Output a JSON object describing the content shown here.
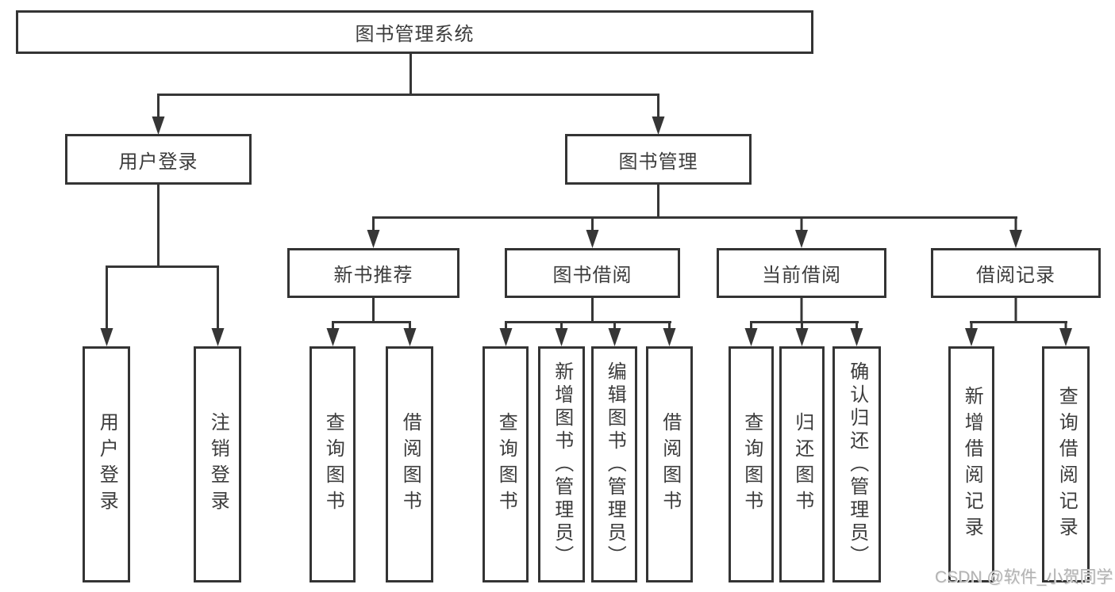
{
  "colors": {
    "background": "#ffffff",
    "box_border": "#343434",
    "connector_line": "#363636",
    "text": "#3c3c3c",
    "watermark": "#b2b2b2"
  },
  "nodes": {
    "root": "图书管理系统",
    "level2": [
      "用户登录",
      "图书管理"
    ],
    "level3": [
      "新书推荐",
      "图书借阅",
      "当前借阅",
      "借阅记录"
    ],
    "leaves_user_login": [
      "用户登录",
      "注销登录"
    ],
    "leaves_new_book_recommend": [
      "查询图书",
      "借阅图书"
    ],
    "leaves_book_borrow": [
      "查询图书",
      "新增图书（管理员）",
      "编辑图书（管理员）",
      "借阅图书"
    ],
    "leaves_current_borrow": [
      "查询图书",
      "归还图书",
      "确认归还（管理员）"
    ],
    "leaves_borrow_record": [
      "新增借阅记录",
      "查询借阅记录"
    ]
  },
  "watermark": {
    "text": "CSDN @软件_小贺同学"
  }
}
